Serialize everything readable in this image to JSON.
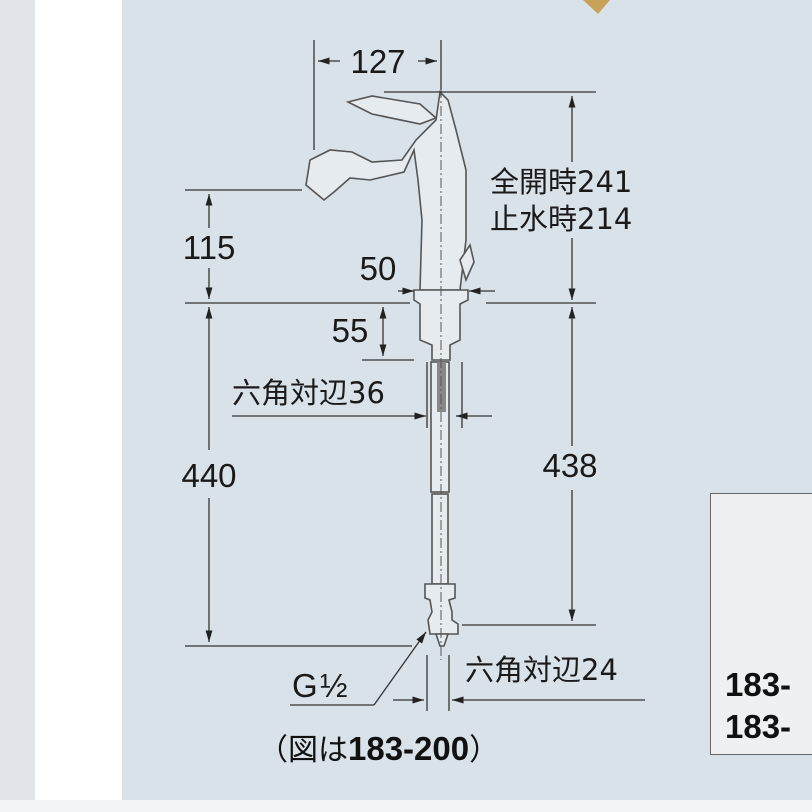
{
  "drawing": {
    "dimensions": {
      "spout_reach": "127",
      "height_open": "全開時241",
      "height_closed": "止水時214",
      "spout_height": "115",
      "base_diameter": "50",
      "thread_length": "55",
      "hex_upper": "六角対辺36",
      "total_length": "440",
      "shank_length": "438",
      "thread_size_g": "G",
      "thread_size_fraction": "½",
      "hex_lower": "六角対辺24"
    },
    "caption": {
      "open_paren": "（図は",
      "model": "183-200",
      "close_paren": "）"
    }
  },
  "model_box": {
    "models": [
      "183-",
      "183-"
    ]
  },
  "colors": {
    "panel": "#dae2e9",
    "line": "#333333",
    "box": "#eff0f1"
  }
}
